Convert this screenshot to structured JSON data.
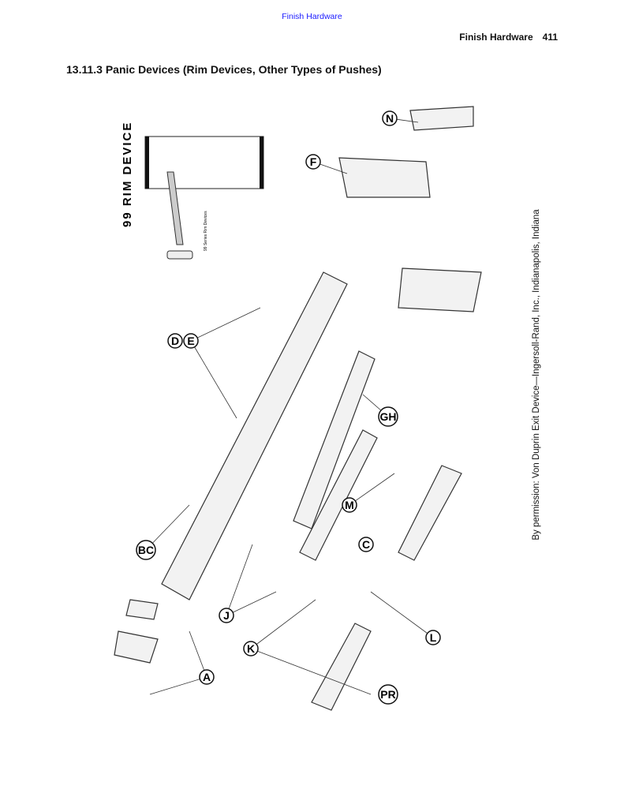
{
  "header": {
    "link": "Finish Hardware",
    "running_title": "Finish Hardware",
    "page_number": "411"
  },
  "section_title": "13.11.3 Panic Devices (Rim Devices, Other Types of Pushes)",
  "figure": {
    "heading": "99 RIM DEVICE",
    "inset_caption": "99 Series Rim Devices",
    "credit": "By permission: Von Duprin Exit Device—Ingersoll-Rand, Inc., Indianapolis, Indiana",
    "callouts": [
      "N",
      "F",
      "D",
      "E",
      "BC",
      "J",
      "A",
      "K",
      "PR",
      "GH",
      "M",
      "C",
      "L"
    ]
  }
}
